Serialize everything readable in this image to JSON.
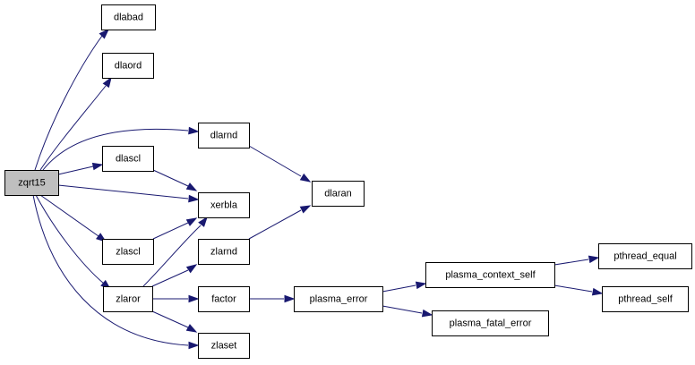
{
  "diagram": {
    "type": "call-graph",
    "root": "zqrt15",
    "colors": {
      "edge": "#191970",
      "node_border": "#000000",
      "node_fill": "#ffffff",
      "root_fill": "#bfbfbf"
    },
    "nodes": [
      {
        "id": "zqrt15",
        "label": "zqrt15",
        "root": true
      },
      {
        "id": "dlabad",
        "label": "dlabad"
      },
      {
        "id": "dlaord",
        "label": "dlaord"
      },
      {
        "id": "dlarnd",
        "label": "dlarnd"
      },
      {
        "id": "dlascl",
        "label": "dlascl"
      },
      {
        "id": "xerbla",
        "label": "xerbla"
      },
      {
        "id": "zlascl",
        "label": "zlascl"
      },
      {
        "id": "zlarnd",
        "label": "zlarnd"
      },
      {
        "id": "zlaror",
        "label": "zlaror"
      },
      {
        "id": "factor",
        "label": "factor"
      },
      {
        "id": "zlaset",
        "label": "zlaset"
      },
      {
        "id": "dlaran",
        "label": "dlaran"
      },
      {
        "id": "plasma_error",
        "label": "plasma_error"
      },
      {
        "id": "plasma_context_self",
        "label": "plasma_context_self"
      },
      {
        "id": "plasma_fatal_error",
        "label": "plasma_fatal_error"
      },
      {
        "id": "pthread_equal",
        "label": "pthread_equal"
      },
      {
        "id": "pthread_self",
        "label": "pthread_self"
      }
    ],
    "edges": [
      {
        "from": "zqrt15",
        "to": "dlabad"
      },
      {
        "from": "zqrt15",
        "to": "dlaord"
      },
      {
        "from": "zqrt15",
        "to": "dlarnd"
      },
      {
        "from": "zqrt15",
        "to": "dlascl"
      },
      {
        "from": "zqrt15",
        "to": "xerbla"
      },
      {
        "from": "zqrt15",
        "to": "zlascl"
      },
      {
        "from": "zqrt15",
        "to": "zlaror"
      },
      {
        "from": "zqrt15",
        "to": "zlaset"
      },
      {
        "from": "dlarnd",
        "to": "dlaran"
      },
      {
        "from": "dlascl",
        "to": "xerbla"
      },
      {
        "from": "zlascl",
        "to": "xerbla"
      },
      {
        "from": "zlarnd",
        "to": "dlaran"
      },
      {
        "from": "zlaror",
        "to": "xerbla"
      },
      {
        "from": "zlaror",
        "to": "zlarnd"
      },
      {
        "from": "zlaror",
        "to": "factor"
      },
      {
        "from": "zlaror",
        "to": "zlaset"
      },
      {
        "from": "factor",
        "to": "plasma_error"
      },
      {
        "from": "plasma_error",
        "to": "plasma_context_self"
      },
      {
        "from": "plasma_error",
        "to": "plasma_fatal_error"
      },
      {
        "from": "plasma_context_self",
        "to": "pthread_equal"
      },
      {
        "from": "plasma_context_self",
        "to": "pthread_self"
      }
    ]
  }
}
